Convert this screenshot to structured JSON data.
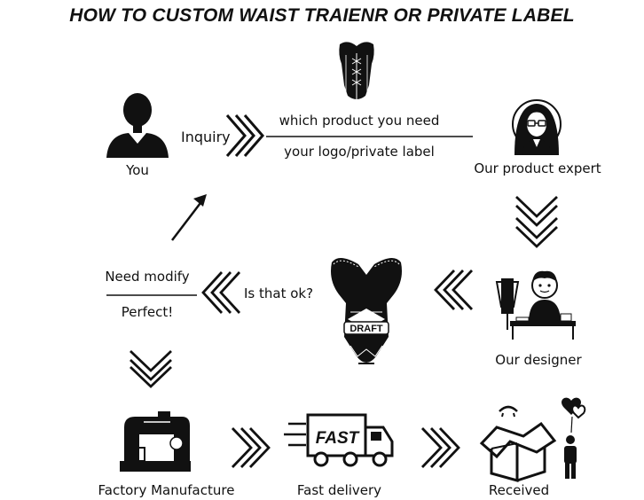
{
  "title": "HOW TO CUSTOM WAIST TRAIENR OR PRIVATE LABEL",
  "steps": {
    "you": "You",
    "inquiry": "Inquiry",
    "product_need": "which product you need",
    "logo_label": "your logo/private label",
    "expert": "Our product expert",
    "designer": "Our designer",
    "is_ok": "Is that ok?",
    "need_modify": "Need modify",
    "perfect": "Perfect!",
    "factory": "Factory Manufacture",
    "delivery": "Fast delivery",
    "received": "Received"
  },
  "icons": {
    "truck_text": "FAST",
    "draft_text": "DRAFT"
  }
}
